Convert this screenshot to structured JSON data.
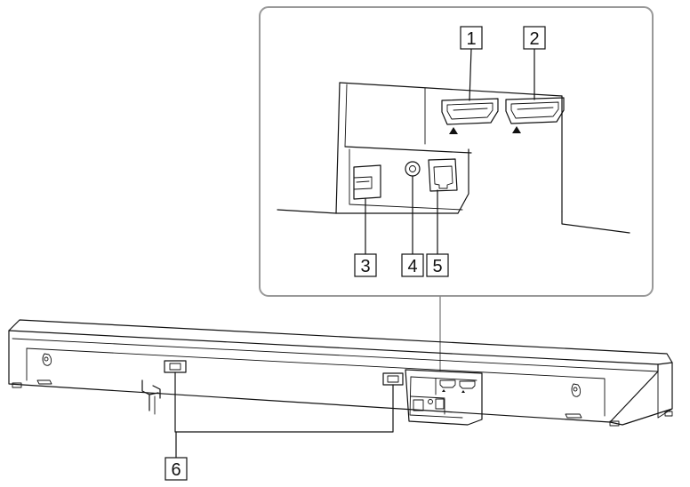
{
  "callouts": {
    "c1": "1",
    "c2": "2",
    "c3": "3",
    "c4": "4",
    "c5": "5",
    "c6": "6"
  },
  "colors": {
    "line": "#111111",
    "leader": "#888888",
    "panel_border": "#999999"
  }
}
